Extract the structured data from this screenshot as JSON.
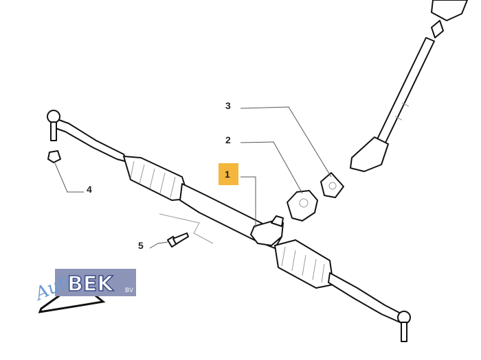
{
  "diagram": {
    "callouts": [
      {
        "number": "1",
        "highlighted": true
      },
      {
        "number": "2",
        "highlighted": false
      },
      {
        "number": "3",
        "highlighted": false
      },
      {
        "number": "4",
        "highlighted": false
      },
      {
        "number": "5",
        "highlighted": false
      }
    ],
    "highlight_color": "#f4b63c"
  },
  "watermark": {
    "script": "Auto",
    "brand": "BEK",
    "suffix": "BV"
  }
}
